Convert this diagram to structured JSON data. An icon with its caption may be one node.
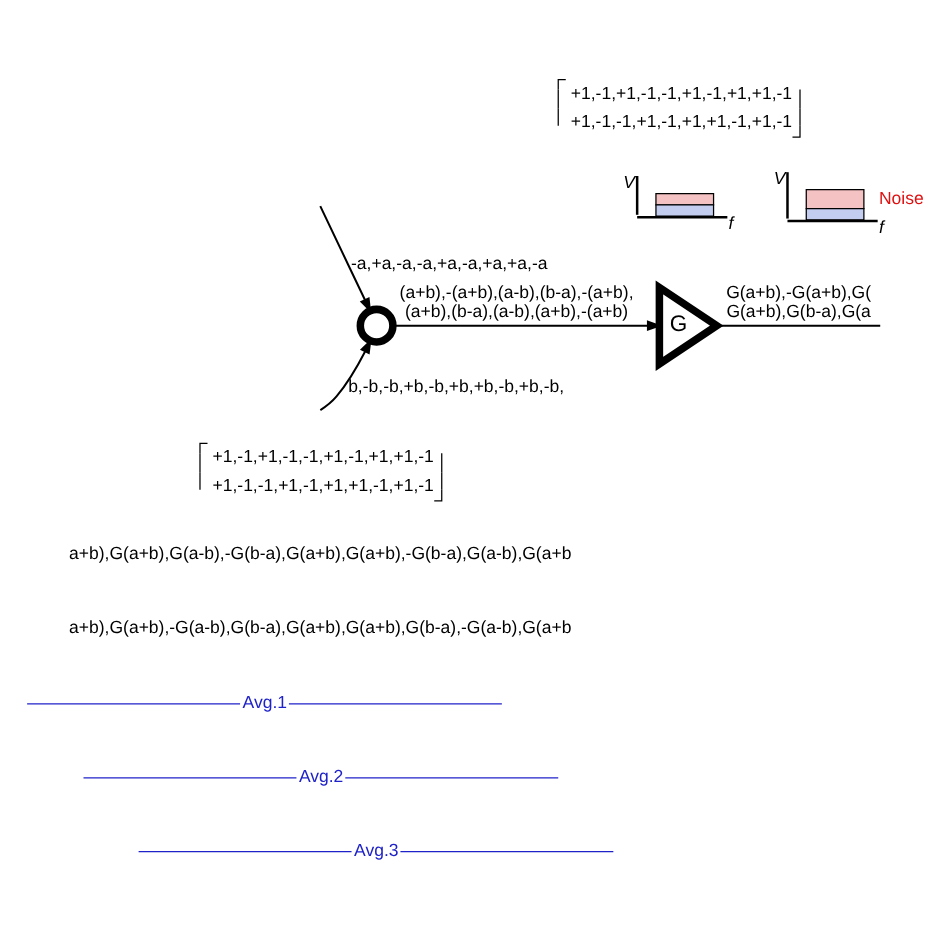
{
  "diagram": {
    "nodes": [
      {
        "text": [],
        "shape": "circle"
      },
      {
        "text": [
          "G"
        ]
      }
    ],
    "edges": [
      {
        "from": null,
        "to": 0,
        "arrow": "to",
        "label": "-a,+a,-a,-a,+a,-a,+a,+a,-a"
      },
      {
        "from": null,
        "to": 0,
        "arrow": "to",
        "label": "b,-b,-b,+b,-b,+b,+b,-b,+b,-b,"
      },
      {
        "from": 0,
        "to": 1,
        "arrow": "to",
        "label": "(a+b),-(a+b),(a-b),(b-a),-(a+b), (a+b),(b-a),(a-b),(a+b),-(a+b)"
      },
      {
        "from": 1,
        "to": null,
        "arrow": "none",
        "label": "G(a+b),-G(a+b),G( G(a+b),G(b-a),G(a"
      }
    ],
    "labels": [
      "+1,-1,+1,-1,-1,+1,-1,+1,+1,-1",
      "+1,-1,-1,+1,-1,+1,+1,-1,+1,-1",
      "V",
      "f",
      "V",
      "Noise",
      "f",
      "+1,-1,+1,-1,-1,+1,-1,+1,+1,-1",
      "+1,-1,-1,+1,-1,+1,+1,-1,+1,-1",
      "a+b),G(a+b),G(a-b),-G(b-a),G(a+b),G(a+b),-G(b-a),G(a-b),G(a+b",
      "a+b),G(a+b),-G(a-b),G(b-a),G(a+b),G(a+b),G(b-a),-G(a-b),G(a+b",
      "Avg.1",
      "Avg.2",
      "Avg.3"
    ]
  }
}
